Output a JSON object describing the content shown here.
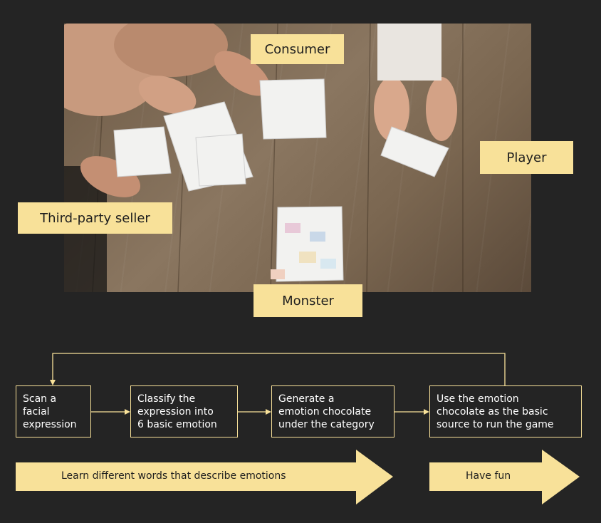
{
  "labels": {
    "consumer": "Consumer",
    "player": "Player",
    "third_party_seller": "Third-party seller",
    "monster": "Monster"
  },
  "steps": [
    {
      "text": "Scan a\nfacial\nexpression"
    },
    {
      "text": "Classify the\nexpression into\n6 basic emotion"
    },
    {
      "text": "Generate a\nemotion chocolate\nunder the category"
    },
    {
      "text": "Use the emotion\nchocolate as the basic\nsource to run the game"
    }
  ],
  "arrows": {
    "learn": "Learn different words that describe emotions",
    "fun": "Have fun"
  },
  "colors": {
    "background": "#242424",
    "accent": "#f8e199",
    "box_border": "#f8e199",
    "text": "#ffffff"
  }
}
